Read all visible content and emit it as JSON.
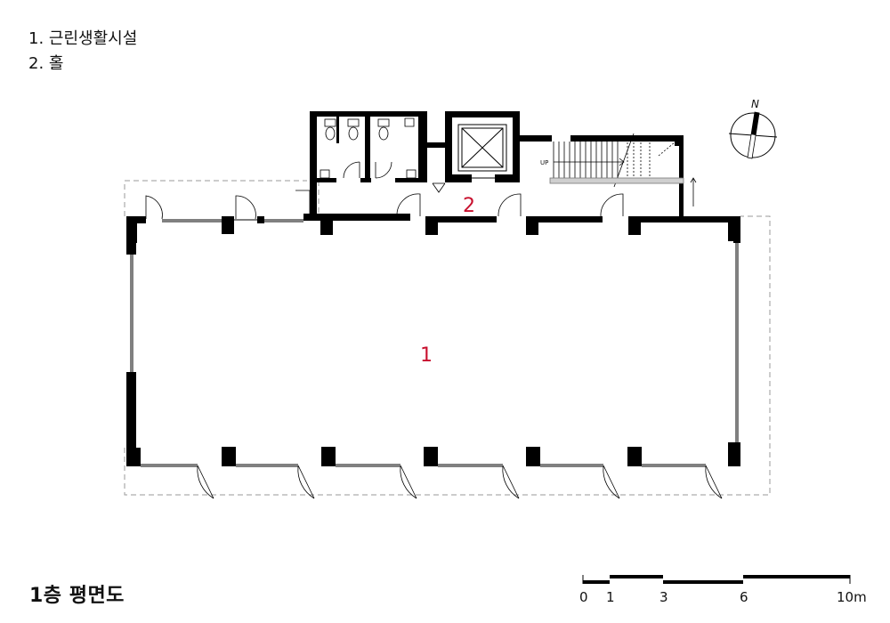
{
  "legend": [
    {
      "text": "1. 근린생활시설"
    },
    {
      "text": "2. 홀"
    }
  ],
  "room_labels": {
    "room1": "1",
    "room2": "2"
  },
  "stair_label": "UP",
  "north_label": "N",
  "title": "1층 평면도",
  "scale_bar": {
    "labels": [
      "0",
      "1",
      "3",
      "6",
      "10m"
    ]
  },
  "colors": {
    "wall": "#000000",
    "label": "#c8102e",
    "dashed": "#9a9a9a"
  }
}
